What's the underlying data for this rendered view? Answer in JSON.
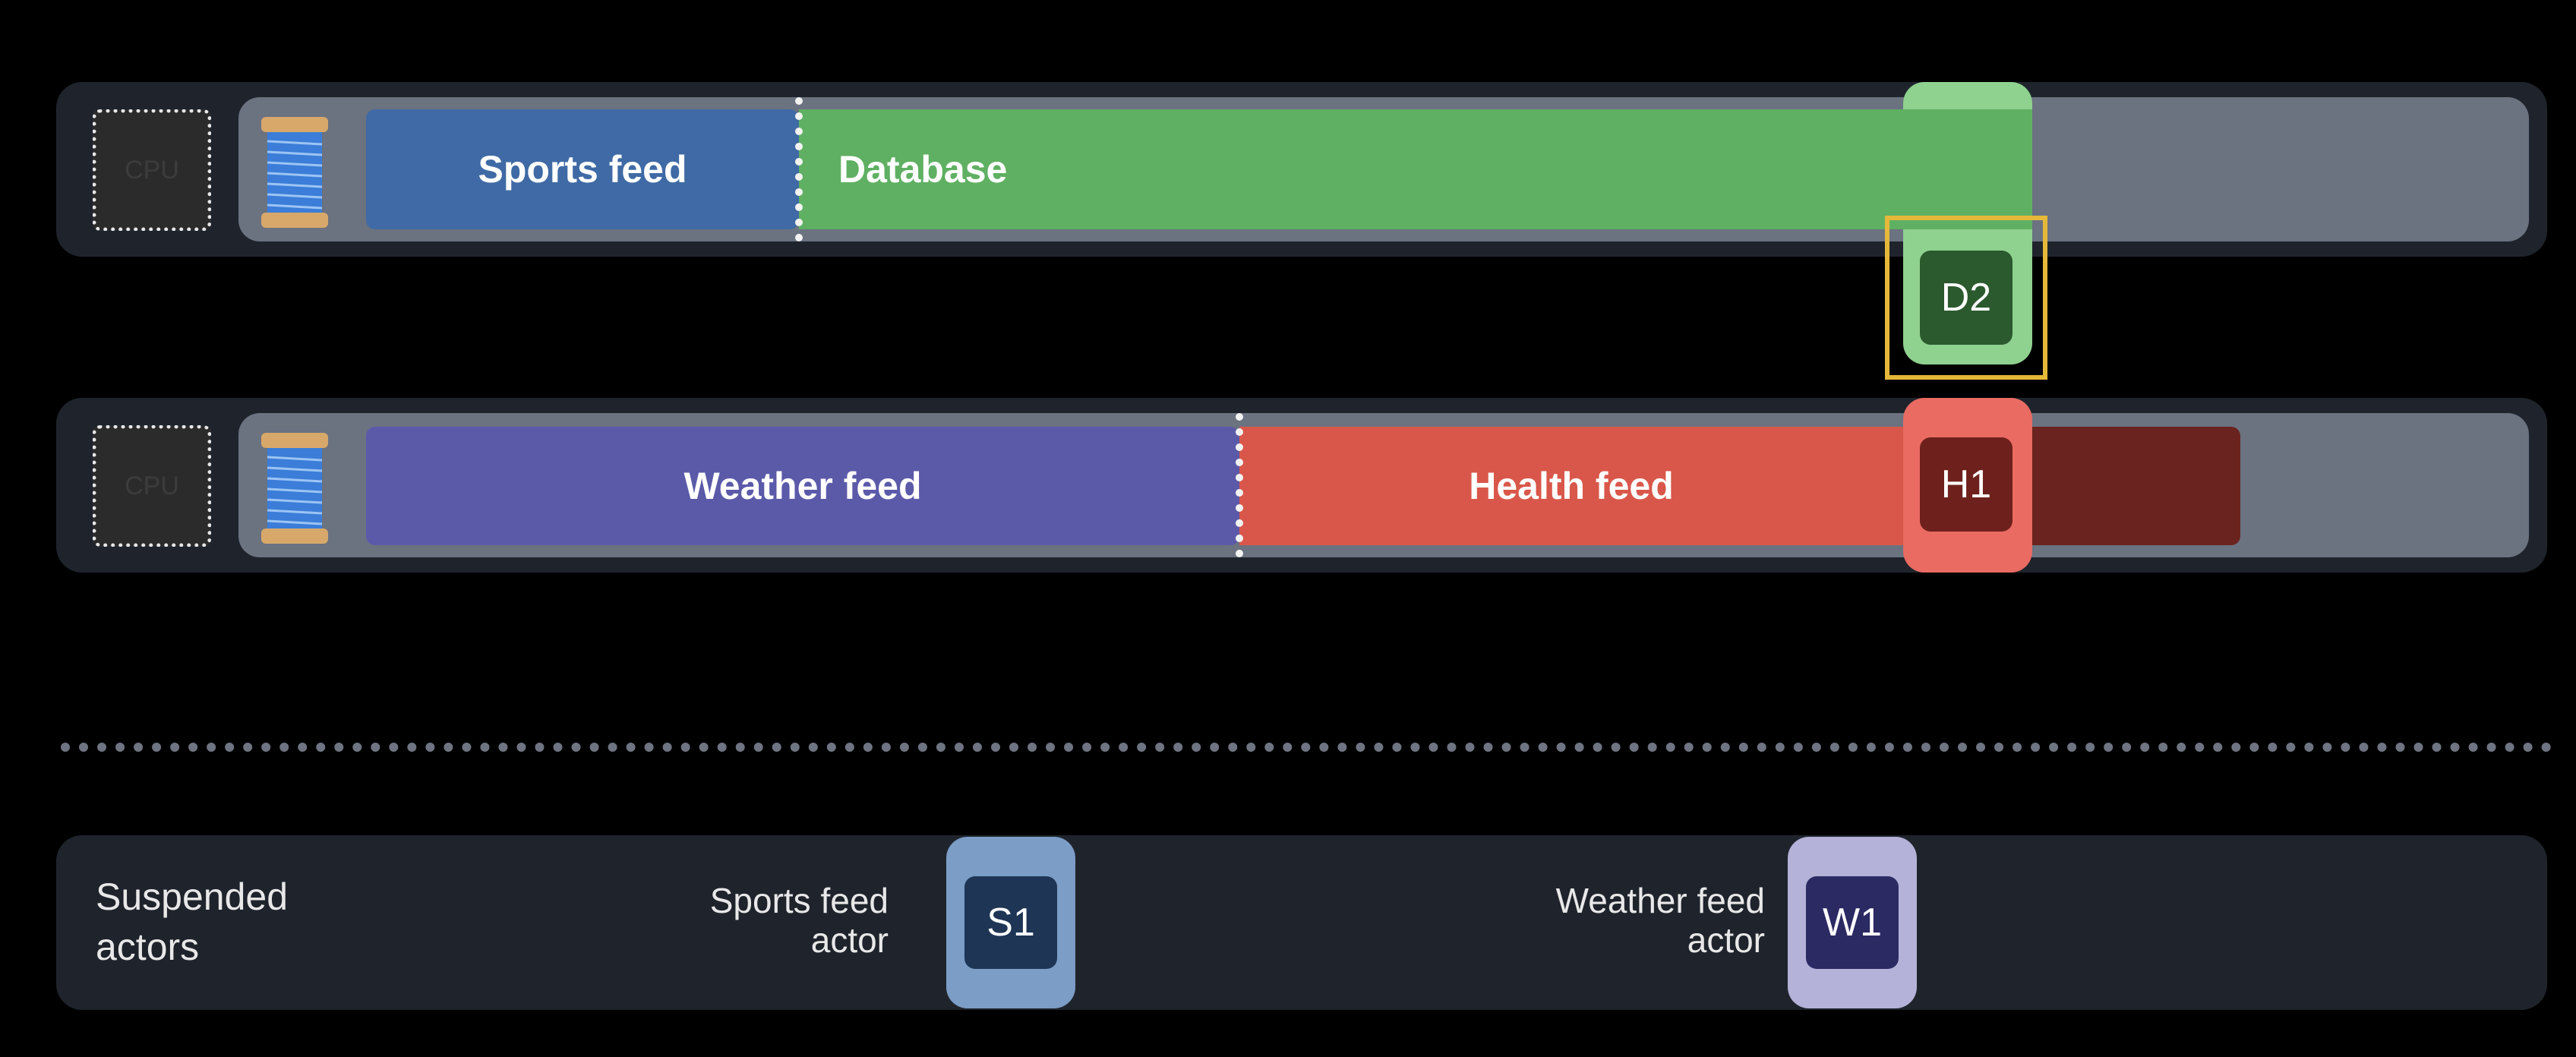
{
  "threads": [
    {
      "cpu_label": "CPU",
      "tasks": [
        {
          "label": "Sports feed",
          "color": "#3f6aa5"
        },
        {
          "label": "Database",
          "color": "#5fb062"
        }
      ],
      "job_chip": {
        "label": "D2",
        "wrap_color": "#8fd18f",
        "chip_color": "#2b5a2e",
        "selected": true
      }
    },
    {
      "cpu_label": "CPU",
      "tasks": [
        {
          "label": "Weather feed",
          "color": "#5b5aa9"
        },
        {
          "label": "Health feed",
          "color": "#d9574a"
        }
      ],
      "tail_color": "#6a231e",
      "job_chip": {
        "label": "H1",
        "wrap_color": "#e96b62",
        "chip_color": "#6e211c",
        "selected": false
      }
    }
  ],
  "suspended": {
    "title_line1": "Suspended",
    "title_line2": "actors",
    "actors": [
      {
        "label_line1": "Sports feed",
        "label_line2": "actor",
        "chip": "S1",
        "wrap_color": "#7b9dc6",
        "chip_color": "#1e3555"
      },
      {
        "label_line1": "Weather feed",
        "label_line2": "actor",
        "chip": "W1",
        "wrap_color": "#b4b2d8",
        "chip_color": "#2c2a63"
      }
    ]
  }
}
